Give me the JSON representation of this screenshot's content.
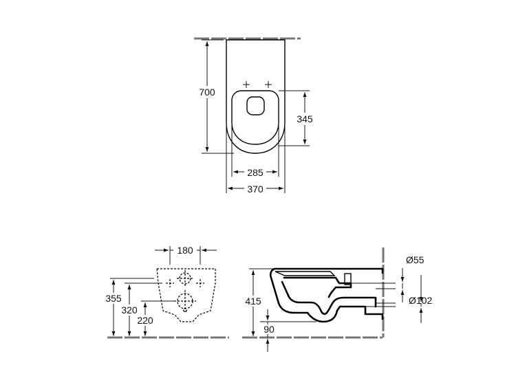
{
  "top_view": {
    "depth": "700",
    "fixing_distance": "345",
    "inner_width": "285",
    "outer_width": "370"
  },
  "front_view": {
    "fixing_spacing": "180",
    "height_355": "355",
    "height_320": "320",
    "height_220": "220"
  },
  "side_view": {
    "height_415": "415",
    "offset_90": "90",
    "diameter_55": "Ø55",
    "diameter_102": "Ø102"
  }
}
